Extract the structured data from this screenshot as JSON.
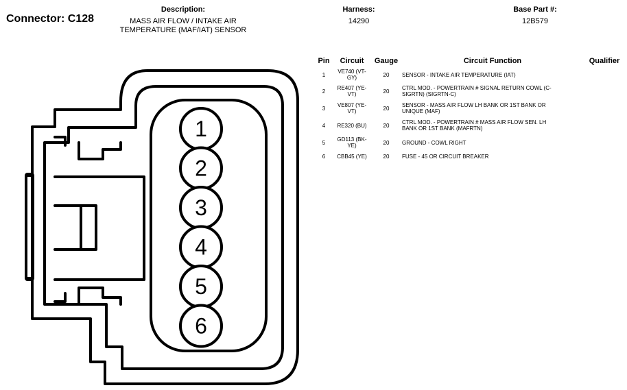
{
  "connector": {
    "title": "Connector: C128"
  },
  "header": {
    "description_label": "Description:",
    "description_line1": "MASS AIR FLOW / INTAKE AIR",
    "description_line2": "TEMPERATURE (MAF/IAT) SENSOR",
    "harness_label": "Harness:",
    "harness_value": "14290",
    "base_part_label": "Base Part #:",
    "base_part_value": "12B579"
  },
  "table": {
    "columns": {
      "pin": "Pin",
      "circuit": "Circuit",
      "gauge": "Gauge",
      "function": "Circuit Function",
      "qualifier": "Qualifier"
    },
    "rows": [
      {
        "pin": "1",
        "circuit_line1": "VE740 (VT-",
        "circuit_line2": "GY)",
        "gauge": "20",
        "function_line1": "SENSOR - INTAKE AIR TEMPERATURE (IAT)",
        "function_line2": ""
      },
      {
        "pin": "2",
        "circuit_line1": "RE407 (YE-",
        "circuit_line2": "VT)",
        "gauge": "20",
        "function_line1": "CTRL MOD. - POWERTRAIN # SIGNAL RETURN COWL (C-",
        "function_line2": "SIGRTN) (SIGRTN-C)"
      },
      {
        "pin": "3",
        "circuit_line1": "VE807 (YE-",
        "circuit_line2": "VT)",
        "gauge": "20",
        "function_line1": "SENSOR - MASS AIR FLOW LH BANK OR 1ST BANK OR",
        "function_line2": "UNIQUE (MAF)"
      },
      {
        "pin": "4",
        "circuit_line1": "RE320 (BU)",
        "circuit_line2": "",
        "gauge": "20",
        "function_line1": "CTRL MOD. - POWERTRAIN # MASS AIR FLOW SEN. LH",
        "function_line2": "BANK OR 1ST BANK (MAFRTN)"
      },
      {
        "pin": "5",
        "circuit_line1": "GD113 (BK-",
        "circuit_line2": "YE)",
        "gauge": "20",
        "function_line1": "GROUND - COWL RIGHT",
        "function_line2": ""
      },
      {
        "pin": "6",
        "circuit_line1": "CBB45 (YE)",
        "circuit_line2": "",
        "gauge": "20",
        "function_line1": "FUSE - 45 OR CIRCUIT BREAKER",
        "function_line2": ""
      }
    ]
  },
  "diagram": {
    "pin_labels": [
      "1",
      "2",
      "3",
      "4",
      "5",
      "6"
    ]
  }
}
